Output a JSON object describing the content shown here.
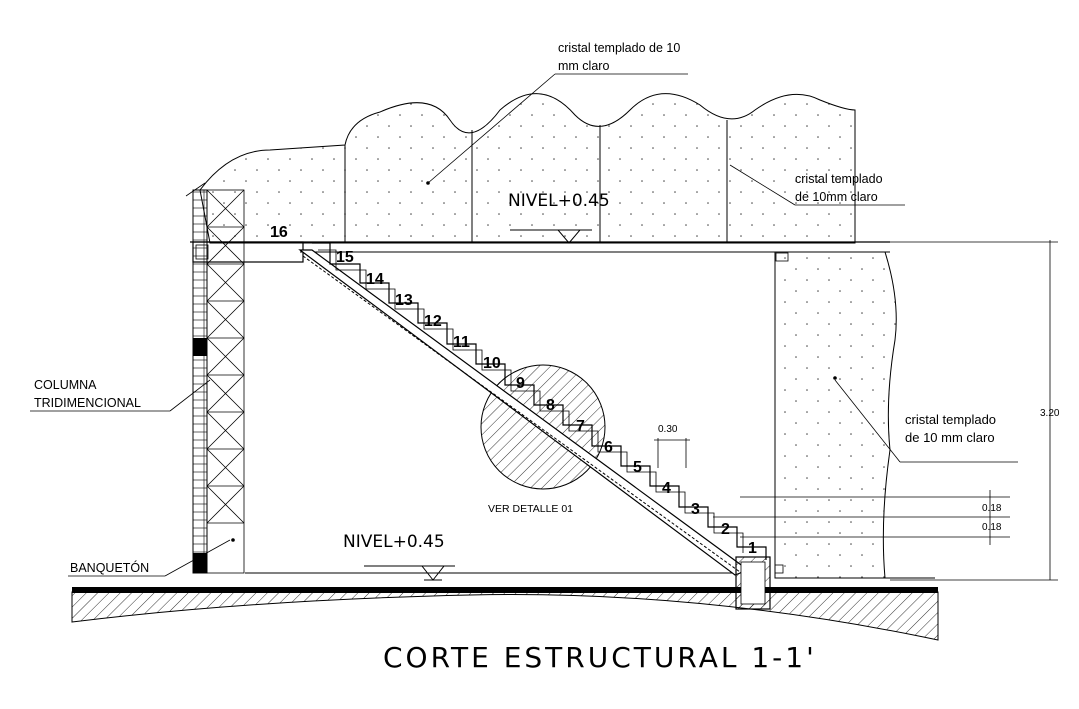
{
  "drawing": {
    "title": "CORTE ESTRUCTURAL 1-1'",
    "level_top": "NIVEL+0.45",
    "level_bottom": "NIVEL+0.45",
    "note_glass_top": [
      "cristal templado de 10",
      "mm claro"
    ],
    "note_glass_mid": [
      "cristal templado",
      "de 10mm claro"
    ],
    "note_glass_right": [
      "cristal templado",
      "de 10 mm claro"
    ],
    "note_column": [
      "COLUMNA",
      "TRIDIMENCIONAL"
    ],
    "note_footing": "BANQUETÓN",
    "detail_ref": "VER DETALLE 01",
    "dim_tread": "0.30",
    "dim_riser_1": "0.18",
    "dim_riser_2": "0.18",
    "dim_height": "3.20",
    "step_numbers": [
      "1",
      "2",
      "3",
      "4",
      "5",
      "6",
      "7",
      "8",
      "9",
      "10",
      "11",
      "12",
      "13",
      "14",
      "15",
      "16"
    ]
  },
  "colors": {
    "line": "#000000",
    "background": "#ffffff"
  }
}
